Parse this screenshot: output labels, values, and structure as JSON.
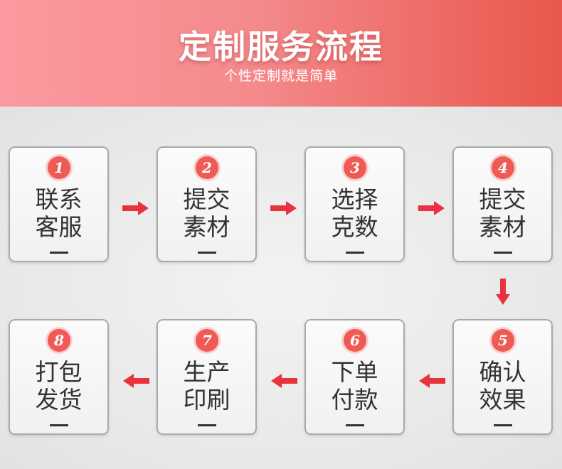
{
  "header": {
    "title": "定制服务流程",
    "subtitle": "个性定制就是简单"
  },
  "steps": [
    {
      "number": "1",
      "line1": "联系",
      "line2": "客服"
    },
    {
      "number": "2",
      "line1": "提交",
      "line2": "素材"
    },
    {
      "number": "3",
      "line1": "选择",
      "line2": "克数"
    },
    {
      "number": "4",
      "line1": "提交",
      "line2": "素材"
    },
    {
      "number": "5",
      "line1": "确认",
      "line2": "效果"
    },
    {
      "number": "6",
      "line1": "下单",
      "line2": "付款"
    },
    {
      "number": "7",
      "line1": "生产",
      "line2": "印刷"
    },
    {
      "number": "8",
      "line1": "打包",
      "line2": "发货"
    }
  ],
  "colors": {
    "accent": "#ef5a54",
    "arrow": "#e8323d",
    "card_border": "#a9a9a9",
    "text": "#333333"
  },
  "icons": {
    "arrow_right": "arrow-right-icon",
    "arrow_left": "arrow-left-icon",
    "arrow_down": "arrow-down-icon"
  }
}
